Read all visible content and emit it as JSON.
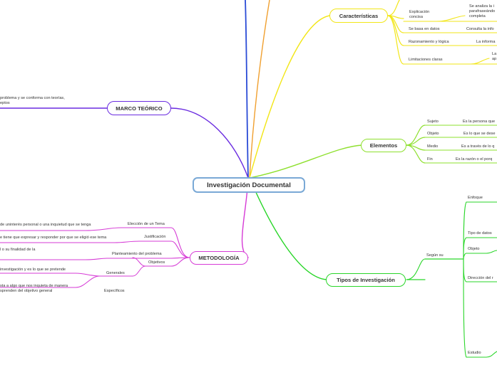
{
  "central": {
    "title": "Investigación Documental"
  },
  "colors": {
    "characteristics": "#f2e617",
    "elements": "#8ee02e",
    "types": "#29d629",
    "methodology": "#d63bd6",
    "theory": "#6a2be0",
    "blue": "#2a4bd6",
    "orange": "#f0a030"
  },
  "characteristics": {
    "title": "Características",
    "items": [
      {
        "label": "Explicación\nconcisa",
        "desc": "Se analiza la i\nparafraseándo\ncompleta"
      },
      {
        "label": "Se basa en datos",
        "desc": "Consulta la info"
      },
      {
        "label": "Razonamiento y lógica",
        "desc": "La informa"
      },
      {
        "label": "Limitaciones claras",
        "desc": "La\nap"
      }
    ]
  },
  "elements": {
    "title": "Elementos",
    "items": [
      {
        "label": "Sujeto",
        "desc": "Es la persona que"
      },
      {
        "label": "Objeto",
        "desc": "Es lo que se dese"
      },
      {
        "label": "Medio",
        "desc": "Es a través de lo q"
      },
      {
        "label": "Fin",
        "desc": "Es la razón o el porq"
      }
    ]
  },
  "types": {
    "title": "Tipos de Investigación",
    "hub": "Según su",
    "items": [
      "Enfoque",
      "Tipo de datos",
      "Objeto",
      "Dirección del r",
      "Estudio"
    ]
  },
  "theory": {
    "title": "MARCO TEÓRICO",
    "text": "problema y se conforma con teorías,\neptos"
  },
  "methodology": {
    "title": "METODOLOGÍA",
    "items": [
      {
        "label": "Elección de un Tema",
        "desc": "de uninterés personal o una inquietud que se tenga"
      },
      {
        "label": "Justificación",
        "desc": "e tiene que expresar y responder  por que se eligió ese tema"
      },
      {
        "label": "Planteamiento del problema",
        "desc": "l o su finalidad de la"
      }
    ],
    "objectives": {
      "label": "Objetivos",
      "general": {
        "label": "Generales",
        "desc": "investigación y es lo que se pretende"
      },
      "specific": {
        "label": "Específicos",
        "desc": "sta a algo que nos inquieta de manera\nsprenden del objetivo general"
      }
    }
  }
}
